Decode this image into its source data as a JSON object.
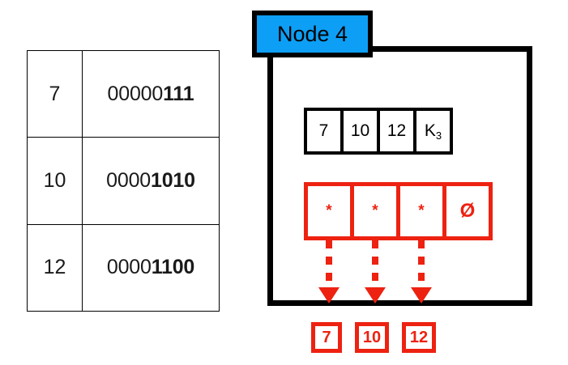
{
  "node": {
    "tab_label": "Node 4",
    "tab_color": "#0d9ff5",
    "frame_color": "#000000",
    "accent_red": "#ED2211"
  },
  "binary_table": {
    "rows": [
      {
        "decimal": "7",
        "prefix": "00000",
        "suffix": "111"
      },
      {
        "decimal": "10",
        "prefix": "0000",
        "suffix": "1010"
      },
      {
        "decimal": "12",
        "prefix": "0000",
        "suffix": "1100"
      }
    ]
  },
  "key_row": {
    "cells": [
      {
        "text": "7",
        "sub": ""
      },
      {
        "text": "10",
        "sub": ""
      },
      {
        "text": "12",
        "sub": ""
      },
      {
        "text": "K",
        "sub": "3"
      }
    ]
  },
  "pointer_row": {
    "cells": [
      {
        "symbol": "*"
      },
      {
        "symbol": "*"
      },
      {
        "symbol": "*"
      },
      {
        "symbol": "Ø"
      }
    ]
  },
  "leaf_values": [
    {
      "label": "7"
    },
    {
      "label": "10"
    },
    {
      "label": "12"
    }
  ]
}
